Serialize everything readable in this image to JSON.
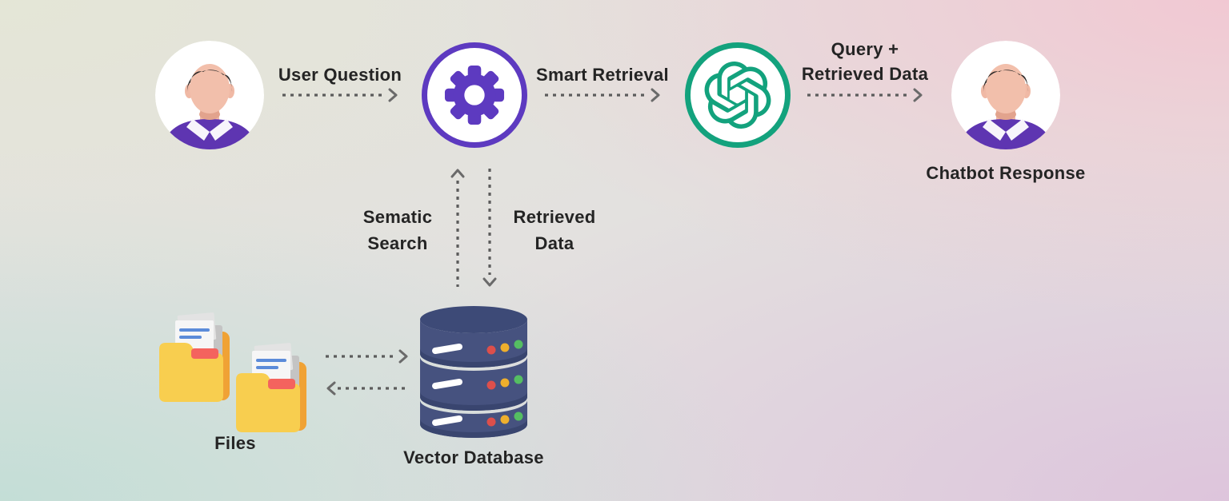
{
  "diagram": {
    "type": "flow-diagram",
    "topic": "RAG chatbot architecture",
    "nodes": {
      "user": {
        "icon": "user-avatar"
      },
      "query_processor": {
        "icon": "gear"
      },
      "llm": {
        "icon": "openai-logo"
      },
      "chatbot": {
        "icon": "user-avatar",
        "label": "Chatbot Response"
      },
      "files": {
        "icon": "folders",
        "label": "Files"
      },
      "vector_database": {
        "icon": "database",
        "label": "Vector Database"
      }
    },
    "edges": {
      "user_question": {
        "label": "User Question",
        "from": "user",
        "to": "query_processor",
        "style": "dashed",
        "direction": "right"
      },
      "smart_retrieval": {
        "label": "Smart Retrieval",
        "from": "query_processor",
        "to": "llm",
        "style": "dashed",
        "direction": "right"
      },
      "query_retrieved": {
        "line1": "Query +",
        "line2": "Retrieved Data",
        "from": "llm",
        "to": "chatbot",
        "style": "dashed",
        "direction": "right"
      },
      "sematic_search": {
        "line1": "Sematic",
        "line2": "Search",
        "from": "query_processor",
        "to": "vector_database",
        "style": "dashed",
        "direction": "up"
      },
      "retrieved_data": {
        "line1": "Retrieved",
        "line2": "Data",
        "from": "query_processor",
        "to": "vector_database",
        "style": "dashed",
        "direction": "down"
      },
      "files_to_db": {
        "from": "files",
        "to": "vector_database",
        "style": "dashed",
        "direction": "right"
      },
      "db_to_files": {
        "from": "vector_database",
        "to": "files",
        "style": "dashed",
        "direction": "left"
      }
    },
    "colors": {
      "purple": "#5D3AC0",
      "sweater_purple": "#5E35B1",
      "openai_green": "#13A27D",
      "db_navy": "#46527F",
      "db_navy_dark": "#39456F",
      "folder_yellow": "#F8CE4F",
      "folder_orange": "#F0A235",
      "tag_red": "#F4635E",
      "paper_line_blue": "#5B8BD9",
      "arrow_gray": "#5C5C5C",
      "text_dark": "#242424",
      "bg_top_left": "#E4E6D6",
      "bg_top_right": "#F2C7D2",
      "bg_bottom_left": "#C2DED6",
      "bg_bottom_right": "#DDC3DC",
      "dot_red": "#DD4F4B",
      "dot_yellow": "#EFAF2D",
      "dot_green": "#55BE62"
    }
  }
}
